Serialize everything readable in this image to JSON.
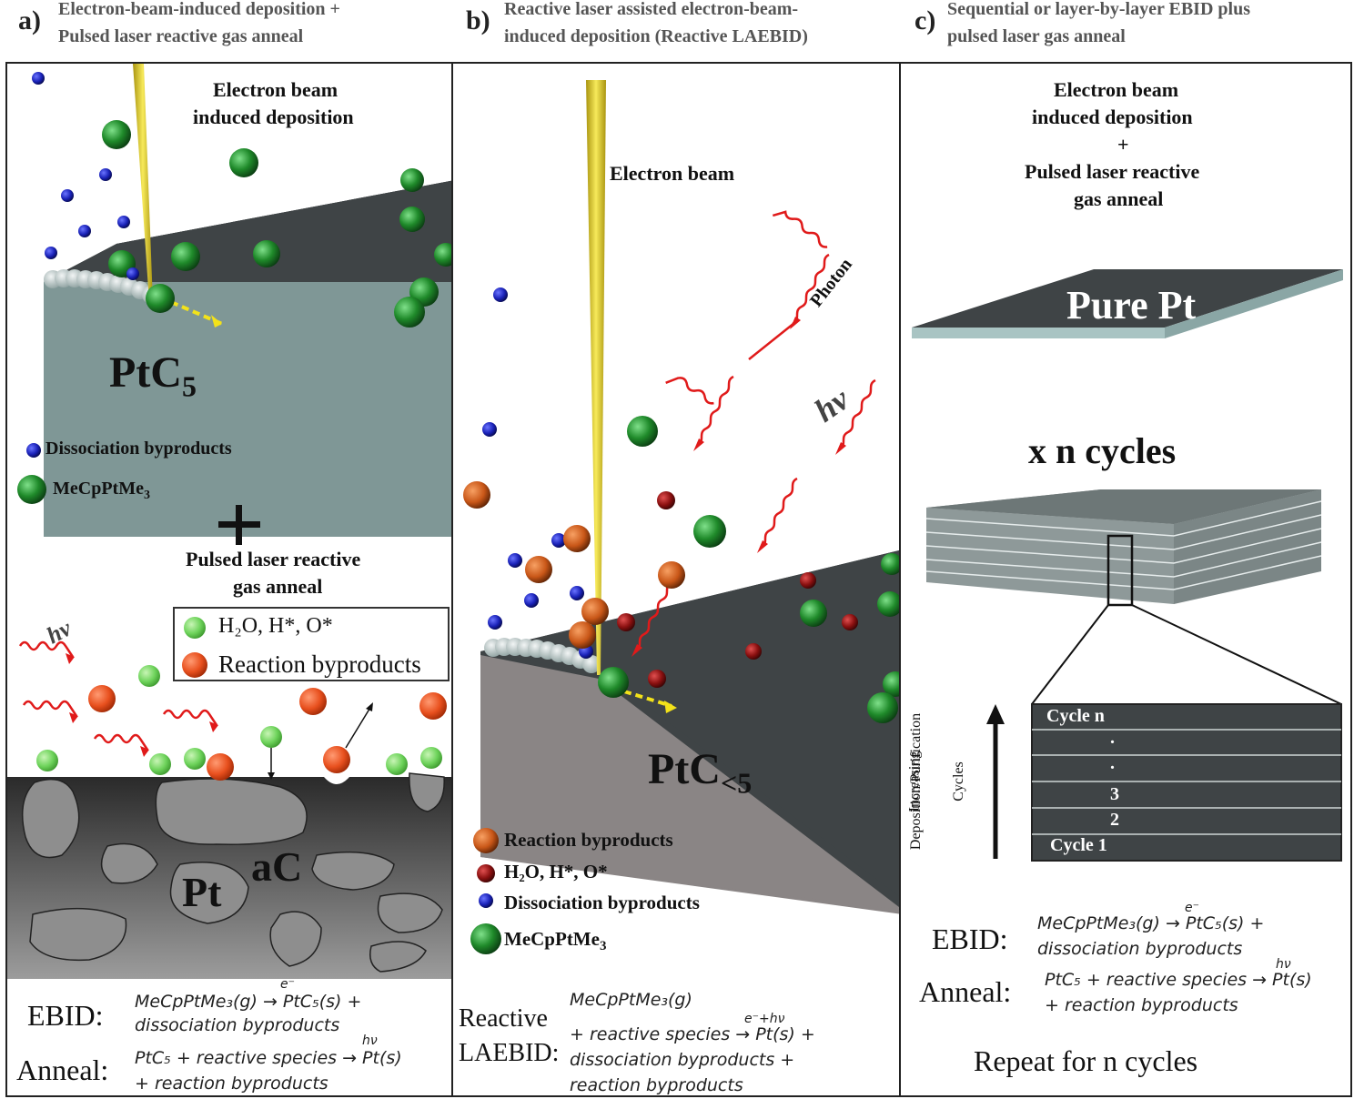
{
  "headers": {
    "a": {
      "letter": "a)",
      "line1": "Electron-beam-induced deposition +",
      "line2": "Pulsed laser reactive gas anneal"
    },
    "b": {
      "letter": "b)",
      "line1": "Reactive laser assisted electron-beam-",
      "line2": "induced deposition (Reactive LAEBID)"
    },
    "c": {
      "letter": "c)",
      "line1": "Sequential or layer-by-layer EBID plus",
      "line2": "pulsed laser gas anneal"
    }
  },
  "panel_a": {
    "ebid_title1": "Electron beam",
    "ebid_title2": "induced deposition",
    "slab_label": "PtC",
    "slab_sub": "5",
    "legend1": "Dissociation byproducts",
    "legend2_main": "MeCpPtMe",
    "legend2_sub": "3",
    "plus": "+",
    "anneal_title1": "Pulsed laser reactive",
    "anneal_title2": "gas anneal",
    "hv": "hν",
    "box_legend1": "H₂O, H*, O*",
    "box_legend2": "Reaction byproducts",
    "pt_label": "Pt",
    "ac_label": "aC",
    "eq_ebid_label": "EBID:",
    "eq_ebid_line1": "MeCpPtMe₃(g) → PtC₅(s) +",
    "eq_ebid_arrow_label": "e⁻",
    "eq_ebid_line2": "dissociation byproducts",
    "eq_anneal_label": "Anneal:",
    "eq_anneal_line1": "PtC₅ + reactive species → Pt(s)",
    "eq_anneal_arrow_label": "hν",
    "eq_anneal_line2": "+ reaction byproducts"
  },
  "panel_b": {
    "beam_label": "Electron beam",
    "photon_label": "Photon",
    "hv": "hν",
    "slab_label": "PtC",
    "slab_sub": "<5",
    "legend1": "Reaction byproducts",
    "legend2": "H₂O, H*, O*",
    "legend3": "Dissociation byproducts",
    "legend4_main": "MeCpPtMe",
    "legend4_sub": "3",
    "eq_label1": "Reactive",
    "eq_label2": "LAEBID:",
    "eq_line1": "MeCpPtMe₃(g)",
    "eq_line2": "+ reactive species → Pt(s) +",
    "eq_arrow_label": "e⁻+hν",
    "eq_line3": "dissociation byproducts +",
    "eq_line4": "reaction byproducts"
  },
  "panel_c": {
    "title1": "Electron beam",
    "title2": "induced deposition",
    "title3": "+",
    "title4": "Pulsed laser reactive",
    "title5": "gas anneal",
    "slab_label": "Pure Pt",
    "cycles_label": "x n cycles",
    "axis_label1": "Increasing",
    "axis_label2": "Deposition/Purification",
    "axis_label3": "Cycles",
    "layers": [
      "Cycle n",
      ".",
      ".",
      "3",
      "2",
      "Cycle 1"
    ],
    "eq_ebid_label": "EBID:",
    "eq_ebid_line1": "MeCpPtMe₃(g) → PtC₅(s) +",
    "eq_ebid_arrow_label": "e⁻",
    "eq_ebid_line2": "dissociation byproducts",
    "eq_anneal_label": "Anneal:",
    "eq_anneal_line1": "PtC₅ + reactive species → Pt(s)",
    "eq_anneal_arrow_label": "hν",
    "eq_anneal_line2": "+ reaction byproducts",
    "repeat": "Repeat for n cycles"
  },
  "colors": {
    "slab_top": "#3f4446",
    "slab_side_a": "#7f9796",
    "slab_side_b": "#8a8585",
    "precursor_green": "#1f8a2a",
    "light_green": "#6ed35b",
    "byproduct_orange": "#e8501e",
    "byproduct_brown": "#b8511c",
    "dark_red": "#8a1010",
    "blue": "#1a22b8",
    "beam_yellow": "#e6d12a",
    "photon_red": "#e01a1a"
  }
}
